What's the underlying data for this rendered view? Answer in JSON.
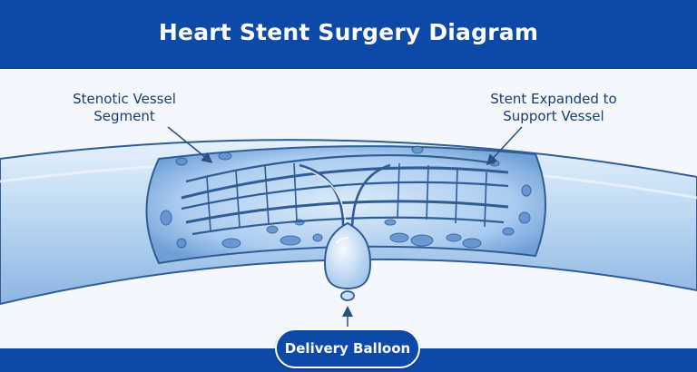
{
  "title": "Heart Stent Surgery Diagram",
  "labels": {
    "stenotic_segment": "Stenotic Vessel\nSegment",
    "stent_expanded": "Stent Expanded to\nSupport Vessel",
    "delivery_balloon": "Delivery Balloon"
  },
  "colors": {
    "brand_blue": "#0d4aa8",
    "vessel_light": "#cfe3f7",
    "vessel_mid": "#8fb9e6",
    "outline": "#2f5d94"
  }
}
